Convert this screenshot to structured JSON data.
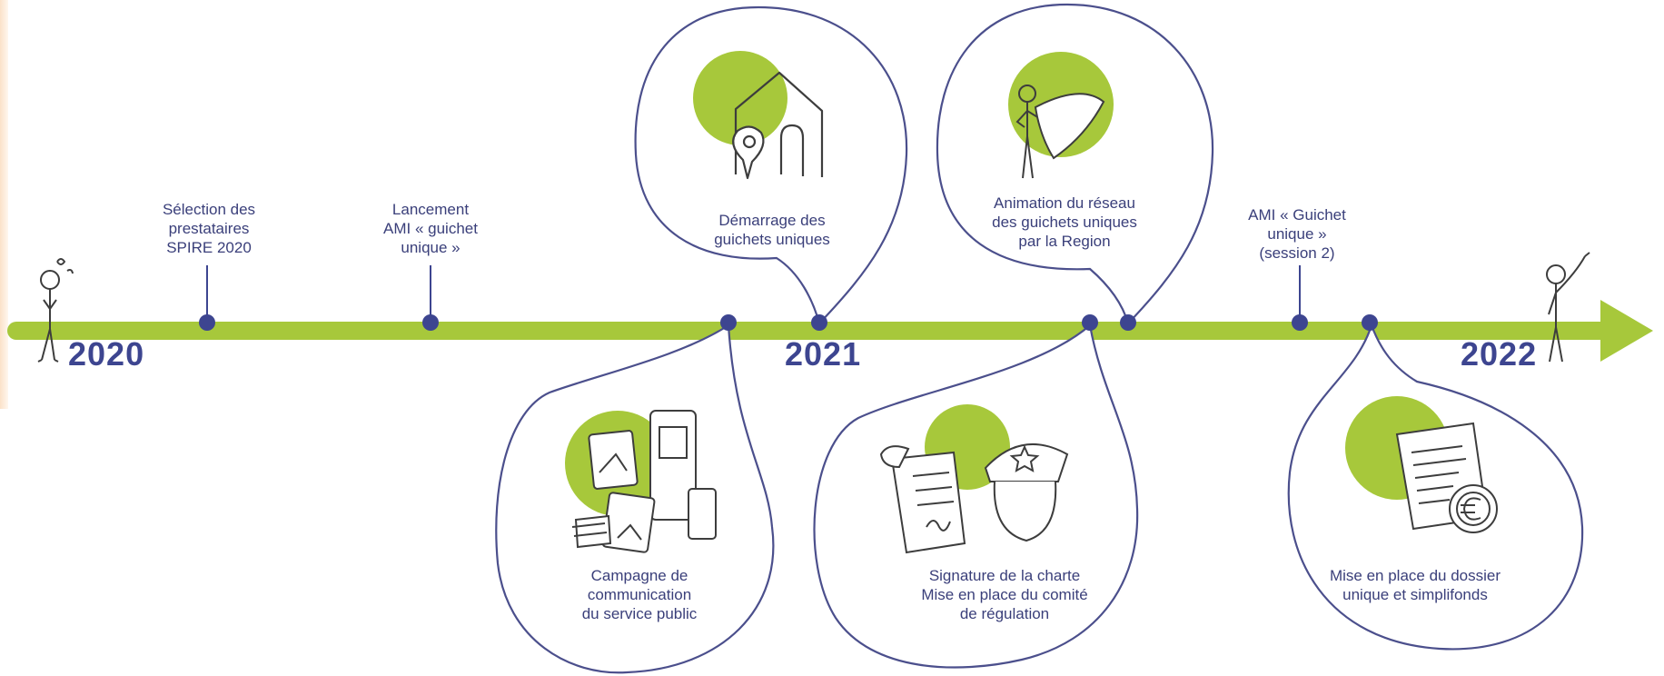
{
  "colors": {
    "green": "#a7c83b",
    "navy": "#3d4590",
    "outline": "#4b4f8c",
    "text": "#3a3f7a"
  },
  "years": [
    "2020",
    "2021",
    "2022"
  ],
  "events_above": [
    {
      "lines": [
        "Sélection des",
        "prestataires",
        "SPIRE 2020"
      ]
    },
    {
      "lines": [
        "Lancement",
        "AMI « guichet",
        "unique »"
      ]
    },
    {
      "lines": [
        "AMI « Guichet",
        "unique »",
        "(session 2)"
      ]
    }
  ],
  "bubbles_above": [
    {
      "lines": [
        "Démarrage des",
        "guichets uniques"
      ],
      "icon": "house-map-pin-icon"
    },
    {
      "lines": [
        "Animation du réseau",
        "des guichets uniques",
        "par la Region"
      ],
      "icon": "superhero-cape-icon"
    }
  ],
  "bubbles_below": [
    {
      "lines": [
        "Campagne de",
        "communication",
        "du service public"
      ],
      "icon": "communication-media-icon"
    },
    {
      "lines": [
        "Signature de la charte",
        "Mise en place du comité",
        "de régulation"
      ],
      "icon": "charter-scroll-cap-icon"
    },
    {
      "lines": [
        "Mise en place du dossier",
        "unique et simplifonds"
      ],
      "icon": "document-euro-icon"
    }
  ]
}
